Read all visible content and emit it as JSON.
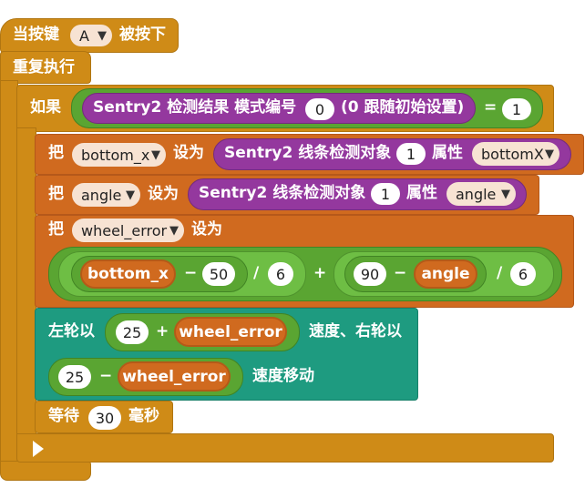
{
  "hat": {
    "prefix": "当按键",
    "key": "A",
    "suffix": "被按下"
  },
  "repeat": {
    "label": "重复执行"
  },
  "if_block": {
    "label": "如果",
    "sentry_label": "Sentry2 检测结果 模式编号",
    "mode_value": "0",
    "follow_label": "(0 跟随初始设置)",
    "eq": "=",
    "compare_value": "1"
  },
  "set1": {
    "set": "把",
    "var": "bottom_x",
    "to": "设为",
    "sentry_label": "Sentry2 线条检测对象",
    "obj": "1",
    "attr": "属性",
    "prop": "bottomX"
  },
  "set2": {
    "set": "把",
    "var": "angle",
    "to": "设为",
    "sentry_label": "Sentry2 线条检测对象",
    "obj": "1",
    "attr": "属性",
    "prop": "angle"
  },
  "set3": {
    "set": "把",
    "var": "wheel_error",
    "to": "设为",
    "expr": {
      "left_var": "bottom_x",
      "minus1": "−",
      "left_num": "50",
      "div1": "/",
      "div1_num": "6",
      "plus": "+",
      "right_num": "90",
      "minus2": "−",
      "right_var": "angle",
      "div2": "/",
      "div2_num": "6"
    }
  },
  "motor": {
    "left_label": "左轮以",
    "left_num": "25",
    "plus": "+",
    "left_var": "wheel_error",
    "speed_right": "速度、右轮以",
    "right_num": "25",
    "minus": "−",
    "right_var": "wheel_error",
    "move": "速度移动"
  },
  "wait": {
    "label": "等待",
    "value": "30",
    "unit": "毫秒"
  },
  "colors": {
    "control": "#cf8b17",
    "variable": "#d06a1f",
    "sentry": "#94389e",
    "operator": "#5aa532",
    "motor": "#1e9b80"
  }
}
